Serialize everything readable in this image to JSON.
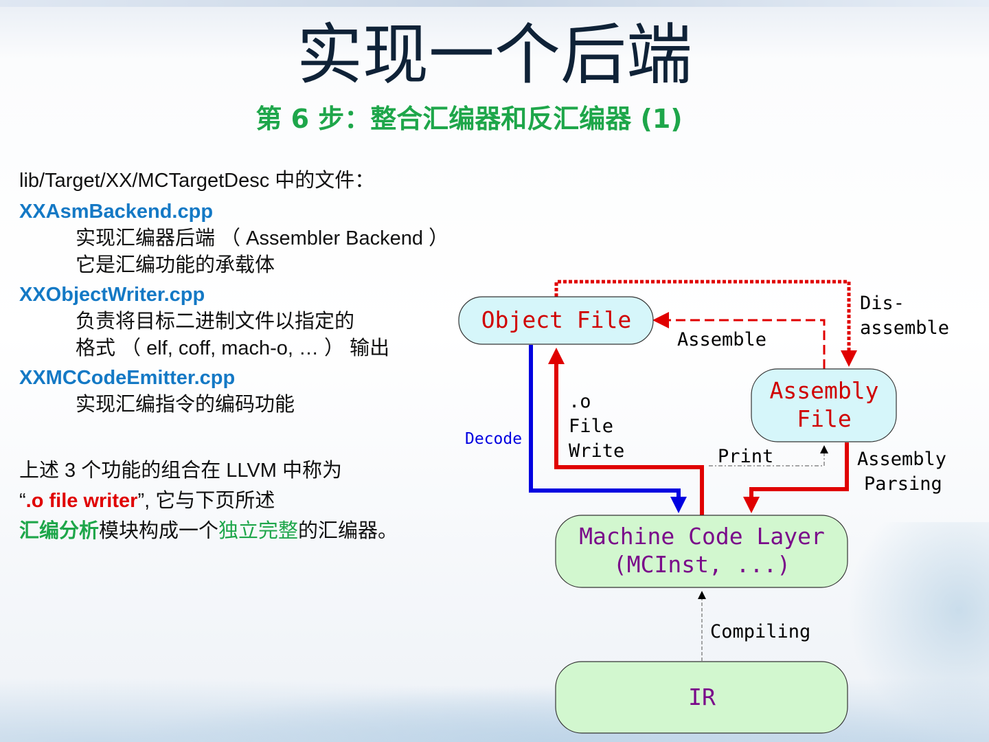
{
  "slide": {
    "title": "实现一个后端",
    "subtitle": "第 6 步：整合汇编器和反汇编器 (1)"
  },
  "left": {
    "path": "lib/Target/XX/MCTargetDesc 中的文件：",
    "files": [
      {
        "name": "XXAsmBackend.cpp",
        "desc": [
          "实现汇编器后端 （ Assembler Backend ）",
          "它是汇编功能的承载体"
        ]
      },
      {
        "name": "XXObjectWriter.cpp",
        "desc": [
          "负责将目标二进制文件以指定的",
          "格式 （ elf, coff, mach-o, … ） 输出"
        ]
      },
      {
        "name": "XXMCCodeEmitter.cpp",
        "desc": [
          "实现汇编指令的编码功能"
        ]
      }
    ],
    "summary": {
      "line1": "上述 3 个功能的组合在 LLVM 中称为",
      "quote_open": "“",
      "quote_text": ".o file writer",
      "quote_close": "”, 它与下页所述",
      "hl1": "汇编分析",
      "mid": "模块构成一个",
      "hl2": "独立完整",
      "end": "的汇编器。"
    }
  },
  "diagram": {
    "nodes": {
      "object_file": "Object File",
      "assembly_file_l1": "Assembly",
      "assembly_file_l2": "File",
      "machine_code_l1": "Machine Code Layer",
      "machine_code_l2": "(MCInst, ...)",
      "ir": "IR"
    },
    "edges": {
      "disassemble_l1": "Dis-",
      "disassemble_l2": "assemble",
      "assemble": "Assemble",
      "o_file_write_l1": ".o",
      "o_file_write_l2": "File",
      "o_file_write_l3": "Write",
      "decode": "Decode",
      "print": "Print",
      "assembly_parsing_l1": "Assembly",
      "assembly_parsing_l2": "Parsing",
      "compiling": "Compiling"
    },
    "colors": {
      "node_blue_fill": "#d6f6fa",
      "node_green_fill": "#d2f7cf",
      "red": "#e00000",
      "blue": "#0000e0",
      "purple": "#7a0a8a",
      "node_red_text": "#d00000"
    }
  }
}
